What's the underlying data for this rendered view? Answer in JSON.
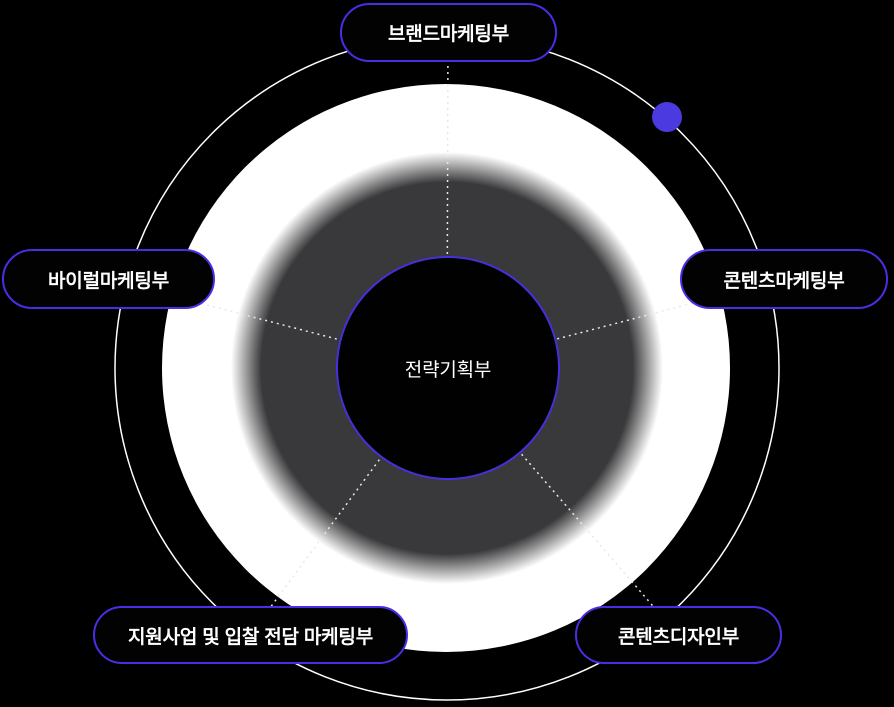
{
  "diagram": {
    "center": {
      "label": "전략기획부"
    },
    "departments": [
      {
        "id": "brand-marketing",
        "label": "브랜드마케팅부",
        "position": "top"
      },
      {
        "id": "viral-marketing",
        "label": "바이럴마케팅부",
        "position": "left"
      },
      {
        "id": "content-marketing",
        "label": "콘텐츠마케팅부",
        "position": "right"
      },
      {
        "id": "support-bidding",
        "label": "지원사업 및 입찰 전담 마케팅부",
        "position": "bottom-left"
      },
      {
        "id": "content-design",
        "label": "콘텐츠디자인부",
        "position": "bottom-right"
      }
    ]
  },
  "colors": {
    "background": "#000000",
    "accent": "#4a2ee6",
    "dot": "#4a3ae0",
    "donut": "#39393b",
    "disc": "#ffffff",
    "line": "#e8e8e8",
    "text": "#ffffff",
    "node_bg": "#020203"
  }
}
